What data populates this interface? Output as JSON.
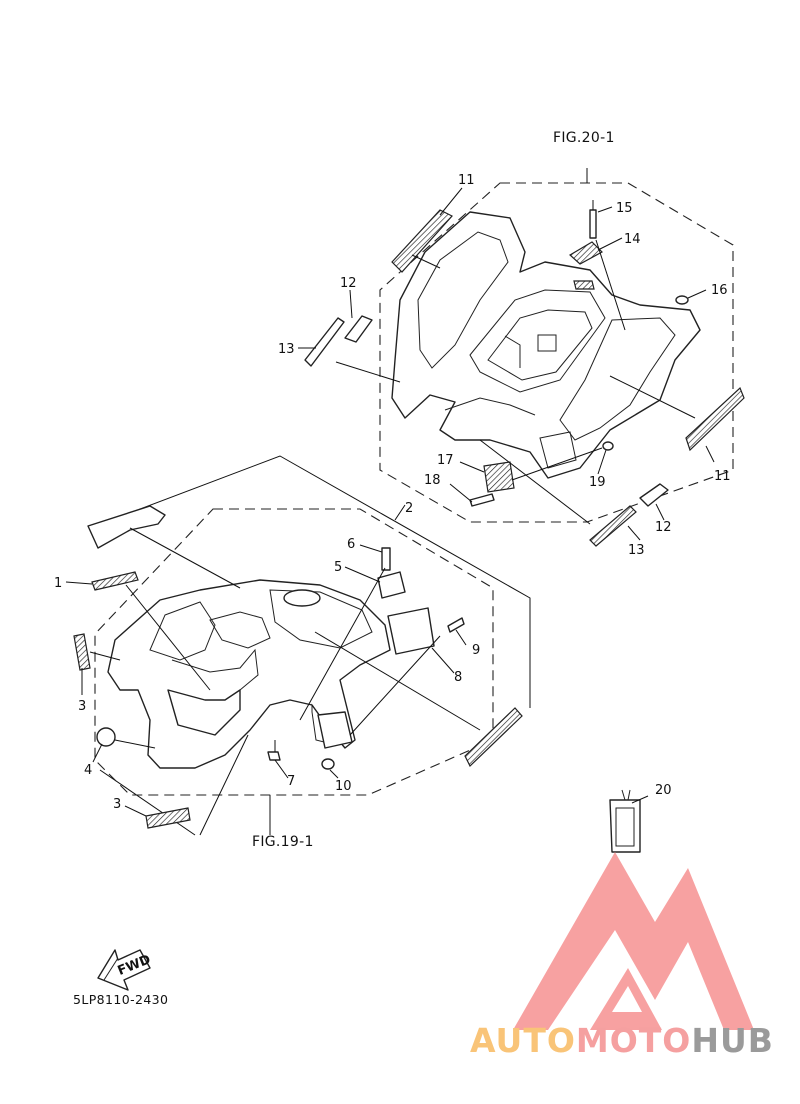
{
  "figure_refs": {
    "top": "FIG.20-1",
    "bottom": "FIG.19-1"
  },
  "diagram_code": "5LP8110-2430",
  "fwd_label": "FWD",
  "callouts": {
    "c1": "1",
    "c2": "2",
    "c3a": "3",
    "c3b": "3",
    "c4": "4",
    "c5": "5",
    "c6": "6",
    "c7": "7",
    "c8": "8",
    "c9": "9",
    "c10": "10",
    "c11a": "11",
    "c11b": "11",
    "c12a": "12",
    "c12b": "12",
    "c13a": "13",
    "c13b": "13",
    "c14": "14",
    "c15": "15",
    "c16": "16",
    "c17": "17",
    "c18": "18",
    "c19": "19",
    "c20": "20"
  },
  "watermark": {
    "part1": "AUTO",
    "part2": "MOTO",
    "part3": "HUB",
    "colors": {
      "logo": "#f7a1a1",
      "auto": "#f9c478",
      "moto": "#f5a0a0",
      "hub": "#9a9a9a"
    }
  }
}
